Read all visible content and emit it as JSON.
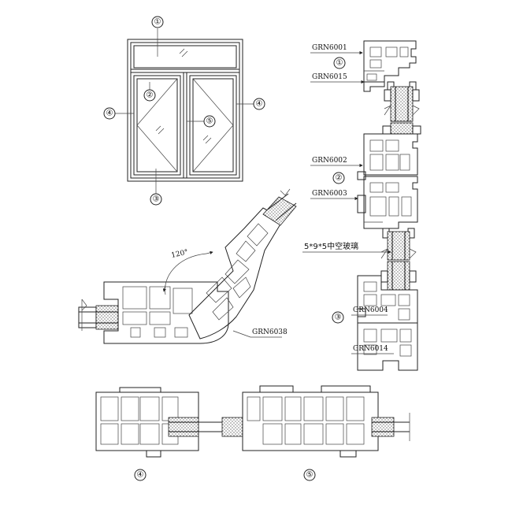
{
  "window_elevation": {
    "markers": [
      "①",
      "②",
      "③",
      "④",
      "④",
      "⑤"
    ]
  },
  "vertical_section": {
    "labels": [
      "GRN6001",
      "GRN6015",
      "GRN6002",
      "GRN6003",
      "GRN6004",
      "GRN6014"
    ],
    "markers": [
      "①",
      "②",
      "③"
    ],
    "glass_note": "5*9*5中空玻璃"
  },
  "corner_section": {
    "angle": "120°",
    "label": "GRN6038"
  },
  "bottom_sections": {
    "markers": [
      "④",
      "⑤"
    ]
  }
}
